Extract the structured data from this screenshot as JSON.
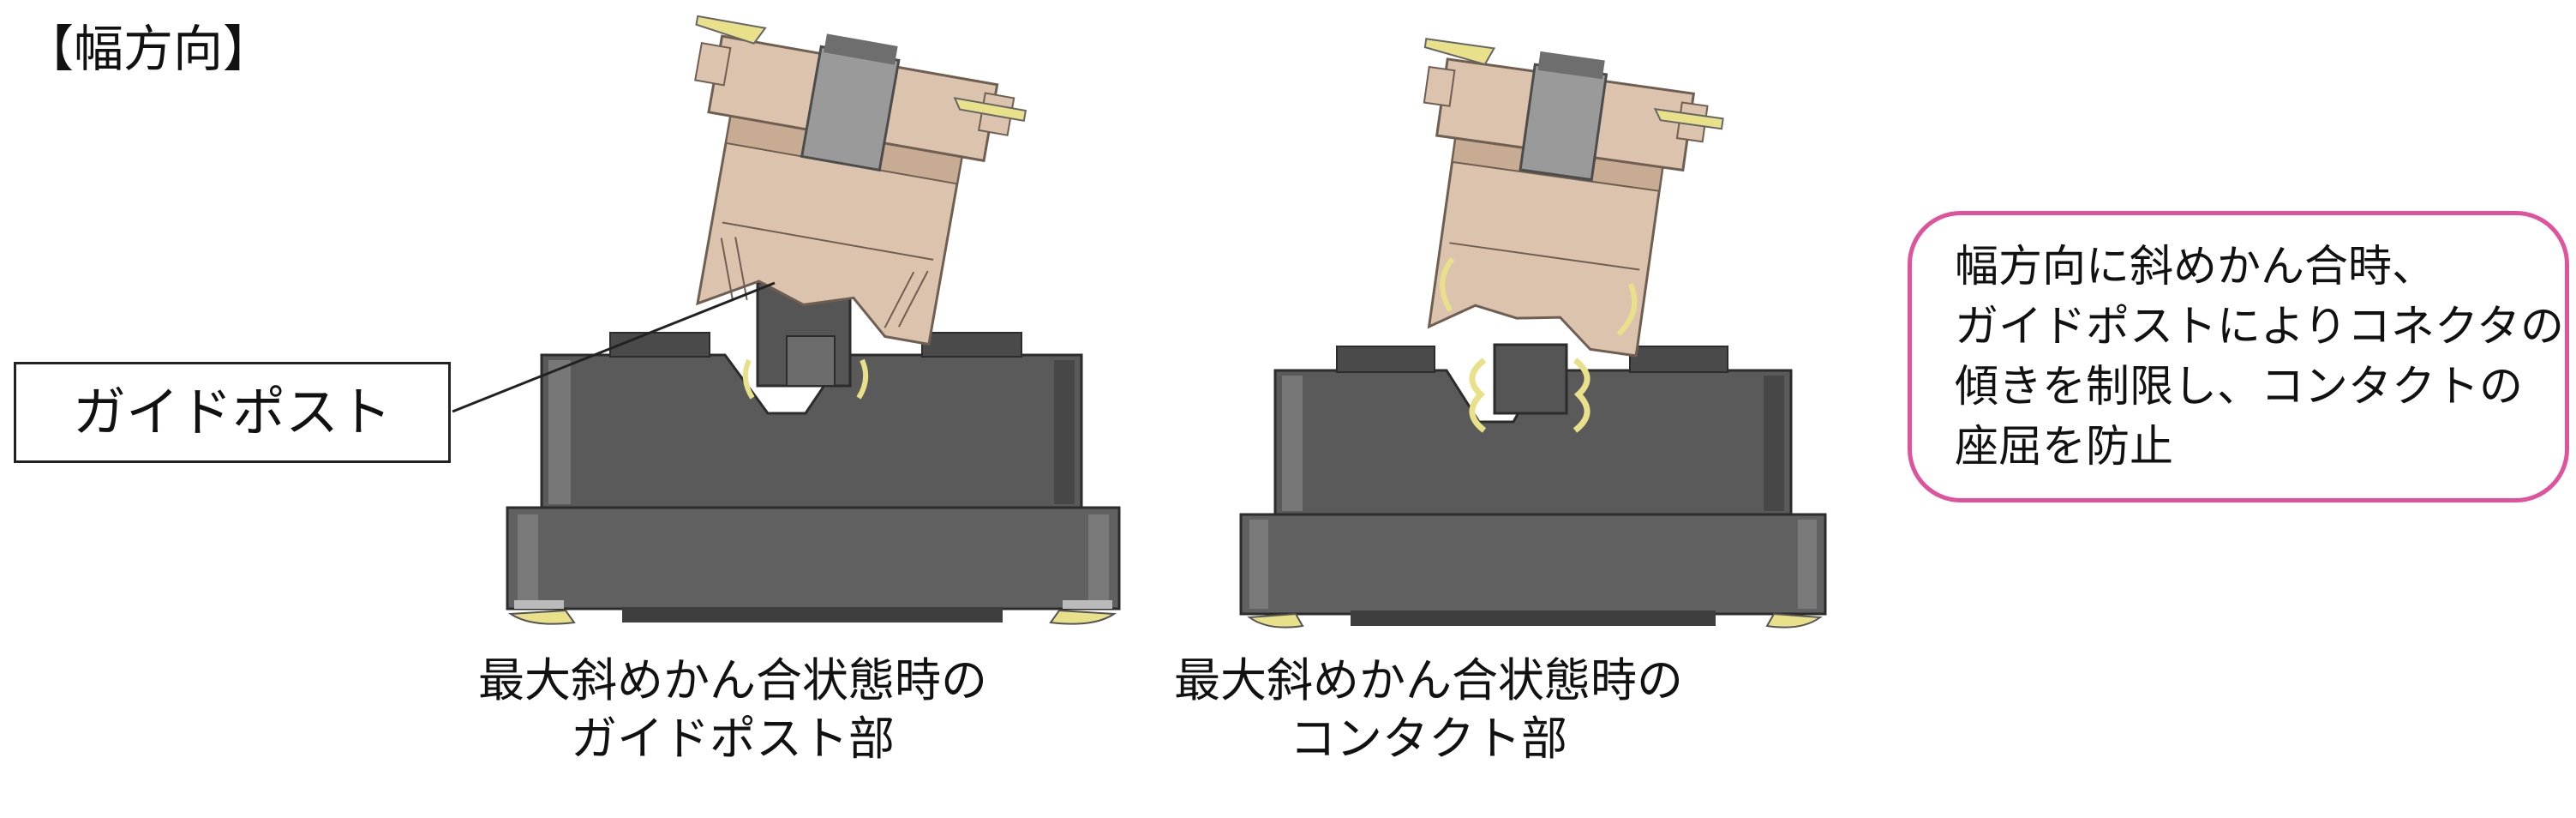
{
  "heading": "【幅方向】",
  "callout": {
    "label": "ガイドポスト"
  },
  "captions": [
    {
      "line1": "最大斜めかん合状態時の",
      "line2": "ガイドポスト部"
    },
    {
      "line1": "最大斜めかん合状態時の",
      "line2": "コンタクト部"
    }
  ],
  "note": {
    "lines": [
      "幅方向に斜めかん合時、",
      "ガイドポストによりコネクタの",
      "傾きを制限し、コンタクトの",
      "座屈を防止"
    ]
  },
  "colors": {
    "housing": "#5a5a5a",
    "housing_dark": "#3e3e3e",
    "plug_body": "#dcc3ad",
    "plug_shade": "#c8ab93",
    "contact": "#e9e08a",
    "note_border": "#e0529c"
  }
}
